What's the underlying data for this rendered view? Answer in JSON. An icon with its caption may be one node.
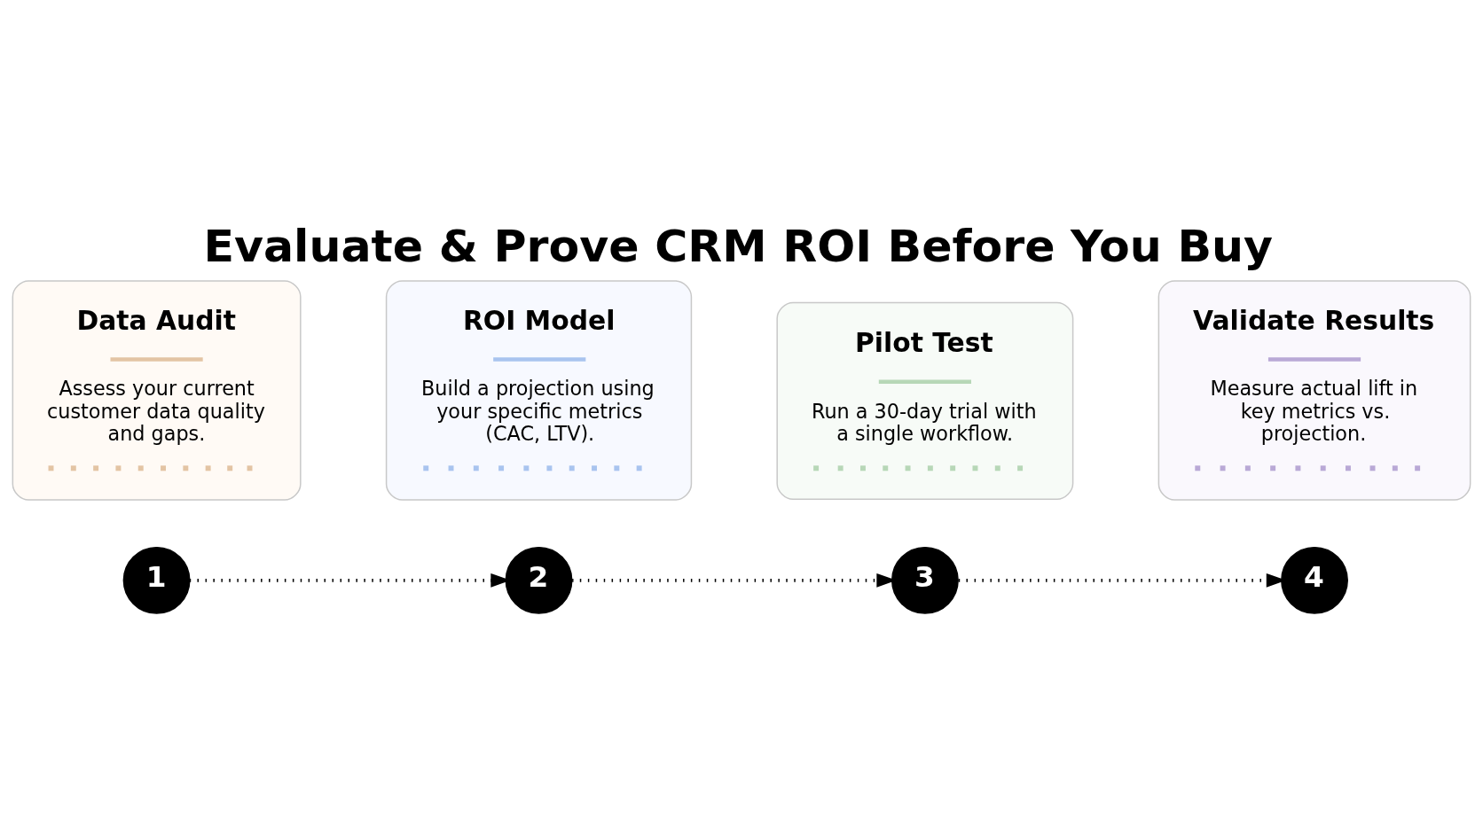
{
  "diagram": {
    "title": "Evaluate & Prove CRM ROI Before You Buy",
    "nodes": [
      {
        "text": [
          "1"
        ]
      },
      {
        "text": [
          "2"
        ]
      },
      {
        "text": [
          "3"
        ]
      },
      {
        "text": [
          "4"
        ]
      },
      {
        "text": [
          "Data Audit",
          "Assess your current customer data quality and gaps."
        ]
      },
      {
        "text": [
          "ROI Model",
          "Build a projection using your specific metrics (CAC, LTV)."
        ]
      },
      {
        "text": [
          "Pilot Test",
          "Run a 30-day trial with a single workflow."
        ]
      },
      {
        "text": [
          "Validate Results",
          "Measure actual lift in key metrics vs. projection."
        ]
      }
    ],
    "edges": [
      {
        "from": 0,
        "to": 1,
        "arrow": "to",
        "style": "dashed"
      },
      {
        "from": 1,
        "to": 2,
        "arrow": "to",
        "style": "dashed"
      },
      {
        "from": 2,
        "to": 3,
        "arrow": "to",
        "style": "dashed"
      }
    ]
  }
}
